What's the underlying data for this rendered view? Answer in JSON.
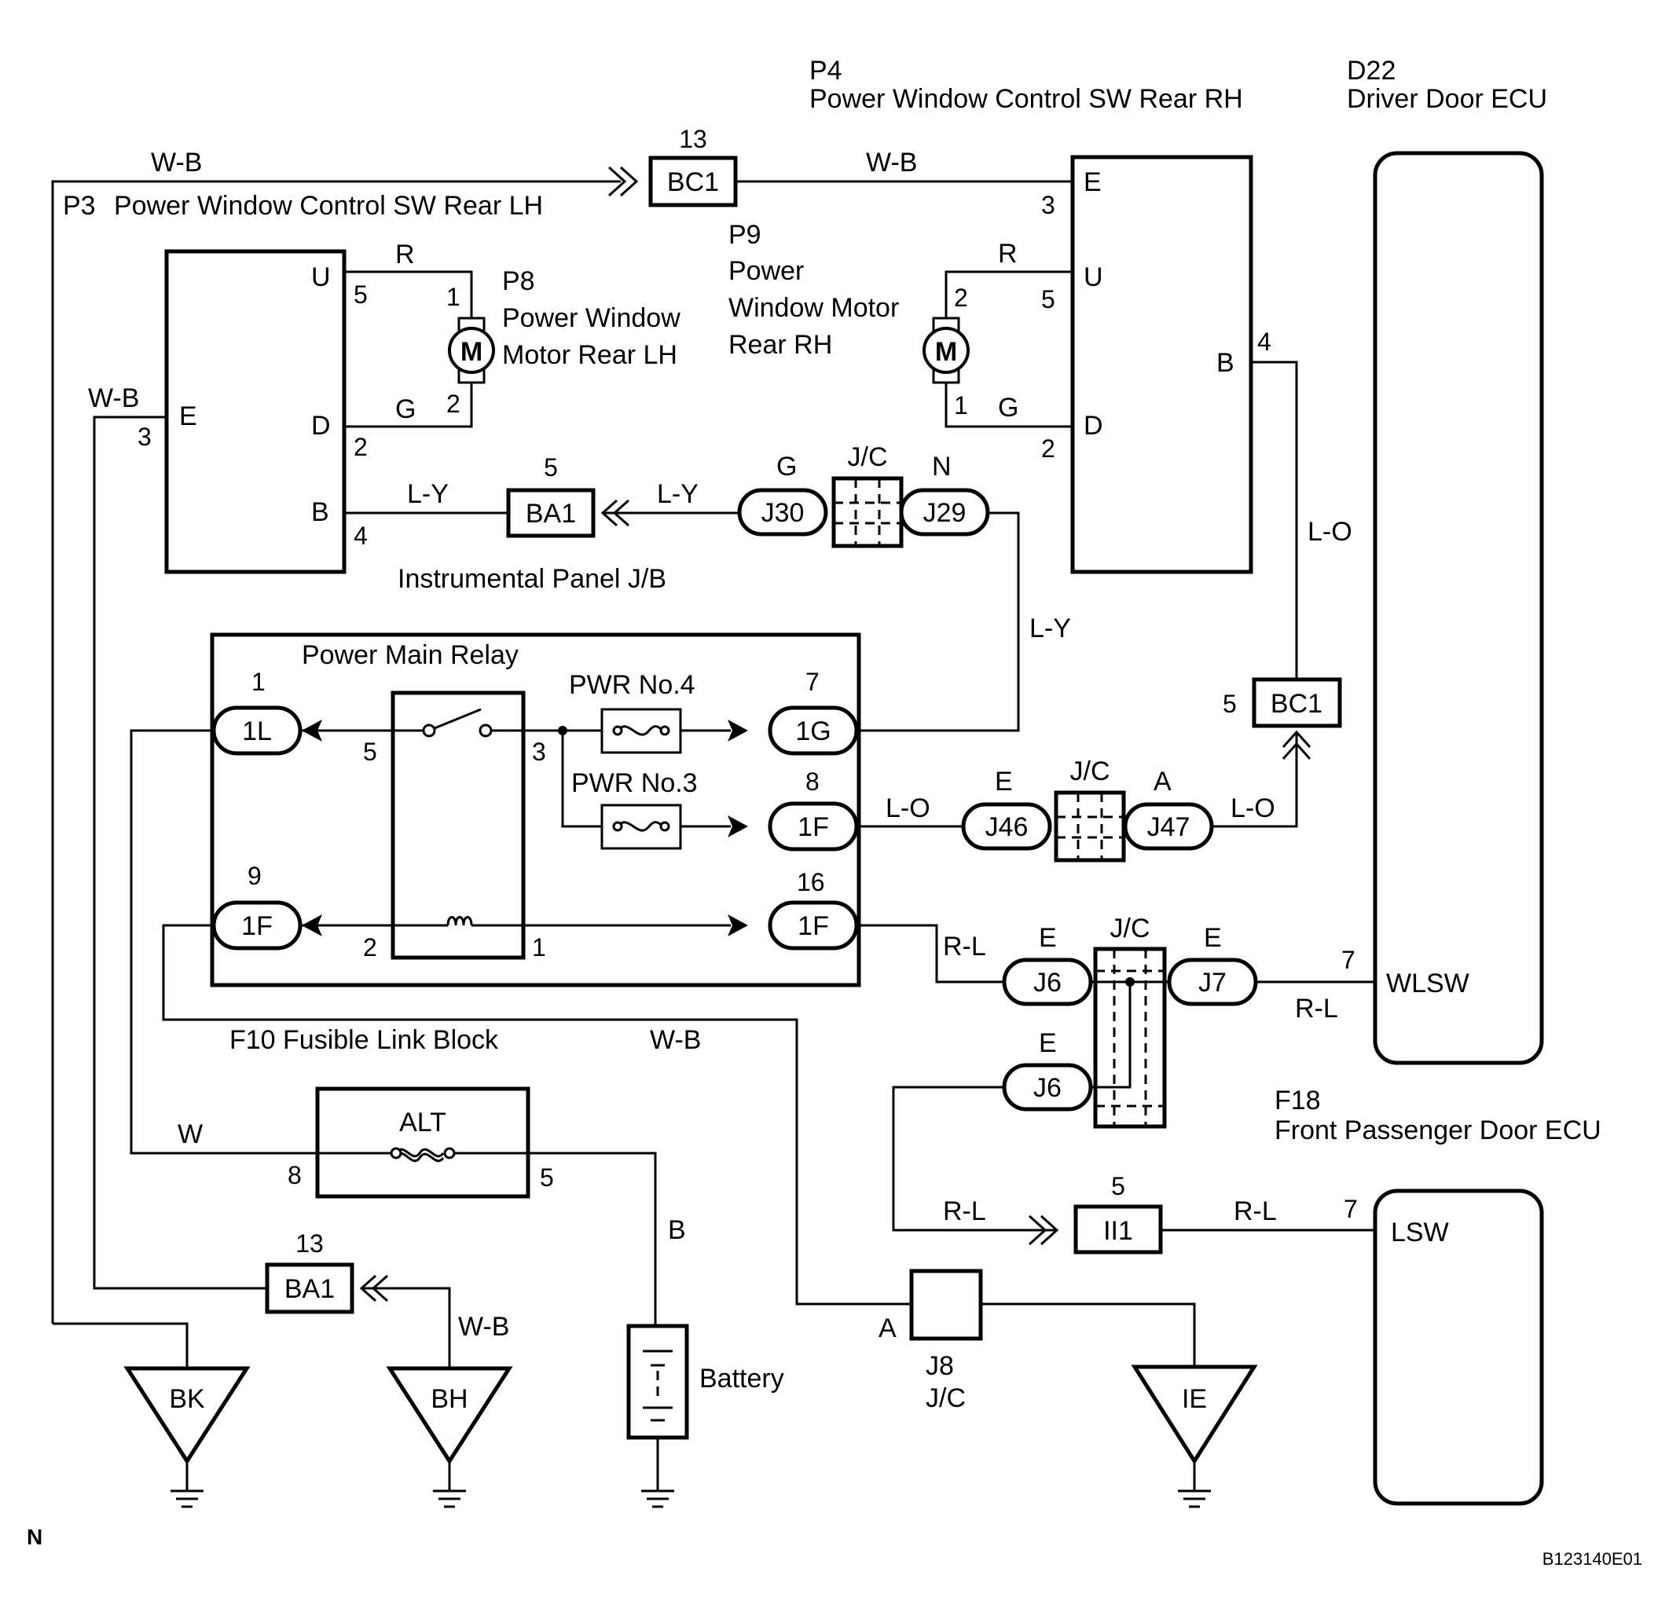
{
  "components": {
    "p4_code": "P4",
    "p4_name": "Power Window Control SW Rear RH",
    "d22_code": "D22",
    "d22_name": "Driver Door ECU",
    "p3_code": "P3",
    "p3_name": "Power Window Control SW Rear LH",
    "p8_code": "P8",
    "p8_name1": "Power Window",
    "p8_name2": "Motor Rear LH",
    "p9_code": "P9",
    "p9_name1": "Power",
    "p9_name2": "Window Motor",
    "p9_name3": "Rear RH",
    "motor_symbol": "M",
    "ip_jb": "Instrumental Panel J/B",
    "relay": "Power Main Relay",
    "fuse_pwr4": "PWR No.4",
    "fuse_pwr3": "PWR No.3",
    "f10": "F10  Fusible Link Block",
    "alt": "ALT",
    "battery": "Battery",
    "f18_code": "F18",
    "f18_name": "Front Passenger Door ECU",
    "j8_code": "J8",
    "j8_jc": "J/C",
    "jc": "J/C",
    "corner_mark": "N",
    "figure_code": "B123140E01"
  },
  "connectors": {
    "bc1": "BC1",
    "ba1": "BA1",
    "j30": "J30",
    "j29": "J29",
    "j46": "J46",
    "j47": "J47",
    "j6": "J6",
    "j7": "J7",
    "ii1": "II1",
    "c1l": "1L",
    "c1g": "1G",
    "c1f": "1F"
  },
  "terminals": {
    "E": "E",
    "U": "U",
    "D": "D",
    "B": "B",
    "G": "G",
    "A": "A",
    "wlsw": "WLSW",
    "lsw": "LSW"
  },
  "pins": {
    "p1": "1",
    "p2": "2",
    "p3": "3",
    "p4": "4",
    "p5": "5",
    "p7": "7",
    "p8": "8",
    "p9": "9",
    "p13": "13",
    "p16": "16"
  },
  "wires": {
    "wb": "W-B",
    "r": "R",
    "g": "G",
    "ly": "L-Y",
    "lo": "L-O",
    "rl": "R-L",
    "w": "W",
    "b": "B"
  },
  "grounds": {
    "bk": "BK",
    "bh": "BH",
    "ie": "IE"
  }
}
